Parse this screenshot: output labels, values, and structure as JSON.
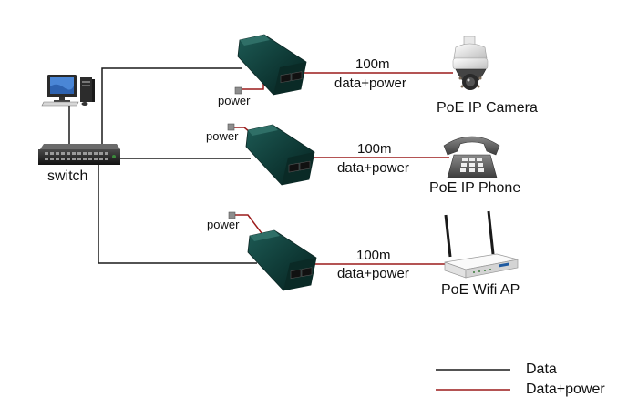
{
  "diagram": {
    "switch_label": "switch",
    "links": [
      {
        "power_label": "power",
        "speed_label": "100m",
        "link_label": "data+power",
        "device_label": "PoE IP Camera",
        "device_icon": "ip-camera-icon"
      },
      {
        "power_label": "power",
        "speed_label": "100m",
        "link_label": "data+power",
        "device_label": "PoE IP  Phone",
        "device_icon": "telephone-icon"
      },
      {
        "power_label": "power",
        "speed_label": "100m",
        "link_label": "data+power",
        "device_label": "PoE Wifi AP",
        "device_icon": "wifi-router-icon"
      }
    ],
    "legend": [
      {
        "label": "Data",
        "color": "#1a1a1a"
      },
      {
        "label": "Data+power",
        "color": "#9c1c1c"
      }
    ],
    "colors": {
      "data_line": "#1a1a1a",
      "power_line": "#9c1c1c",
      "injector_body": "#0f3a36"
    }
  }
}
